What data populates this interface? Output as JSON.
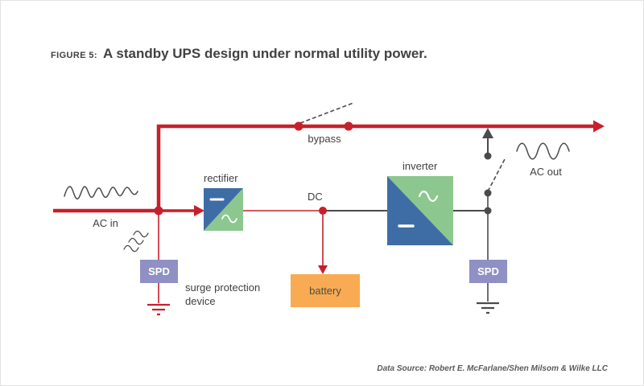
{
  "figure": {
    "label": "FIGURE 5:",
    "title": "A standby UPS design under normal utility power."
  },
  "labels": {
    "ac_in": "AC in",
    "bypass": "bypass",
    "rectifier": "rectifier",
    "dc": "DC",
    "inverter": "inverter",
    "battery": "battery",
    "spd_left": "SPD",
    "spd_right": "SPD",
    "surge_protection_device": "surge protection device",
    "ac_out": "AC out"
  },
  "footer": {
    "data_source": "Data Source: Robert E. McFarlane/Shen Milsom & Wilke LLC"
  },
  "colors": {
    "power_red": "#c8202b",
    "spd_purple": "#8f90c4",
    "battery_orange": "#f8ab52",
    "converter_blue": "#3e6da6",
    "converter_green": "#8cc78f",
    "line_dark": "#4b4b4d",
    "text_dark": "#414042"
  }
}
